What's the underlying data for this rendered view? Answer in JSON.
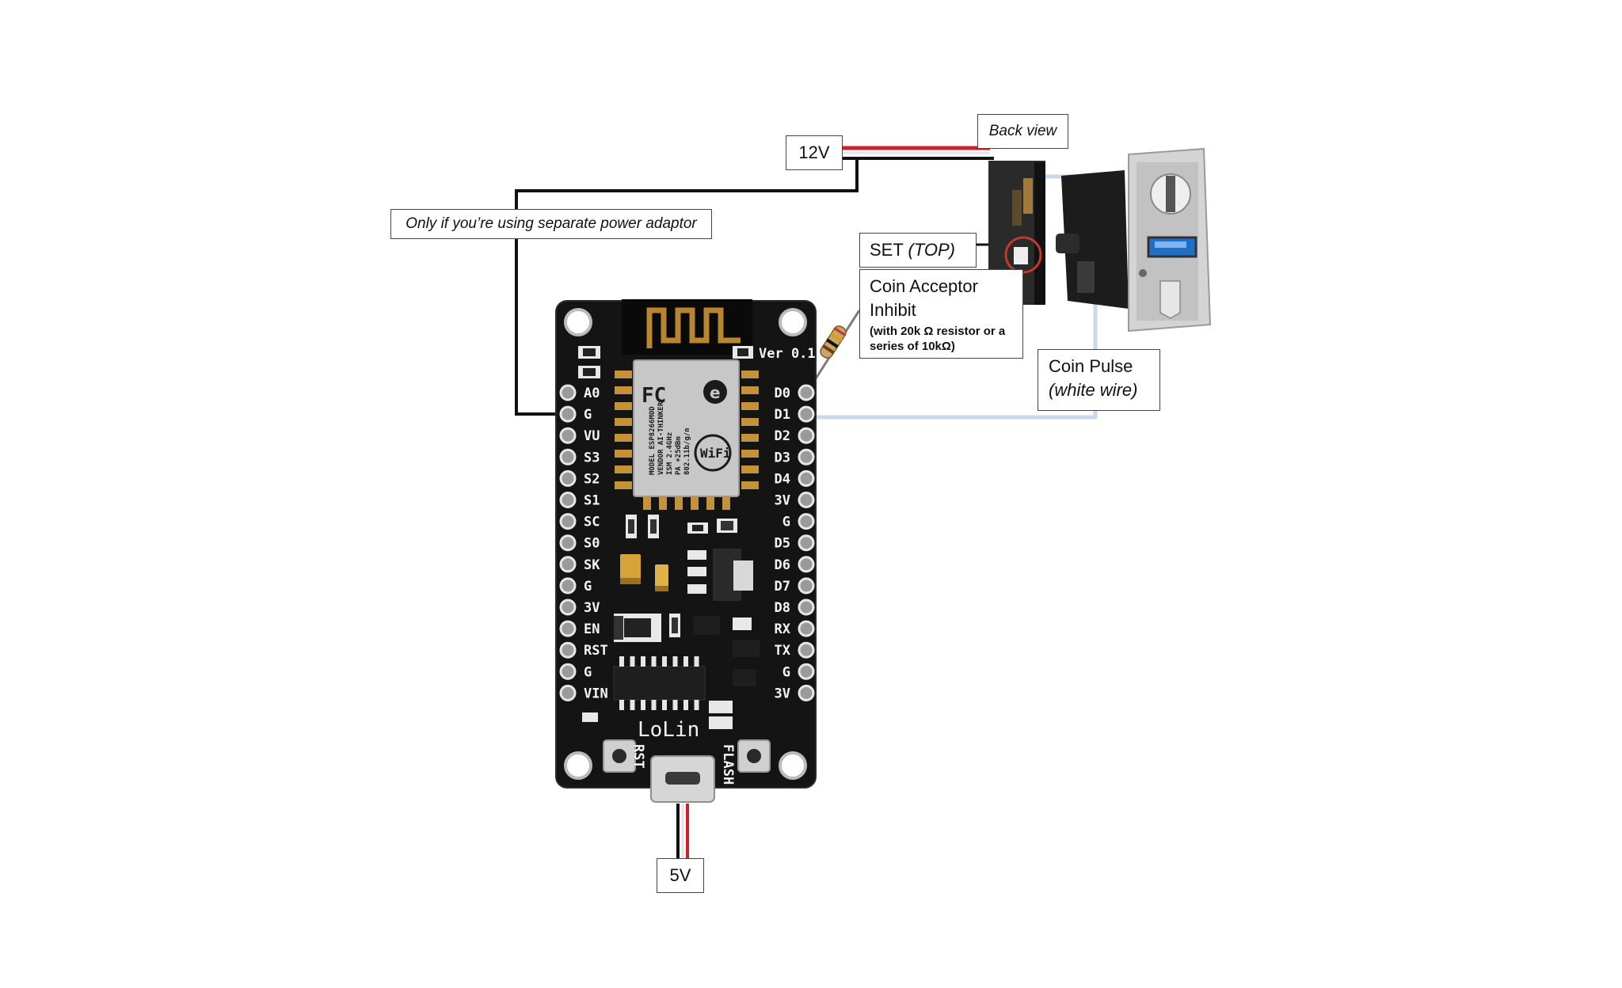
{
  "labels": {
    "v12": "12V",
    "back_view": "Back view",
    "separate_power": "Only if you’re using separate power adaptor",
    "set": "SET",
    "set_top": "(TOP)",
    "inhibit_title": "Coin Acceptor Inhibit",
    "inhibit_note": "(with 20k Ω resistor or a series of 10kΩ)",
    "coin_pulse": "Coin Pulse",
    "white_wire": "(white wire)",
    "v5": "5V"
  },
  "board": {
    "version": "Ver 0.1",
    "brand": "LoLin",
    "left_pins": [
      "A0",
      "G",
      "VU",
      "S3",
      "S2",
      "S1",
      "SC",
      "S0",
      "SK",
      "G",
      "3V",
      "EN",
      "RST",
      "G",
      "VIN"
    ],
    "right_pins": [
      "D0",
      "D1",
      "D2",
      "D3",
      "D4",
      "3V",
      "G",
      "D5",
      "D6",
      "D7",
      "D8",
      "RX",
      "TX",
      "G",
      "3V"
    ],
    "rst_button": "RST",
    "flash_button": "FLASH",
    "module": {
      "lines": [
        "MODEL ESP8266MOD",
        "VENDOR AI-THINKER",
        "ISM 2.4GHz",
        "PA +25dBm",
        "802.11b/g/n"
      ],
      "wifi": "WiFi",
      "fc": "FC"
    }
  },
  "colors": {
    "wire_red": "#d21e2a",
    "wire_black": "#111111",
    "wire_white": "#c9d8ee",
    "pcb": "#141414",
    "highlight_circle": "#c0392b"
  }
}
